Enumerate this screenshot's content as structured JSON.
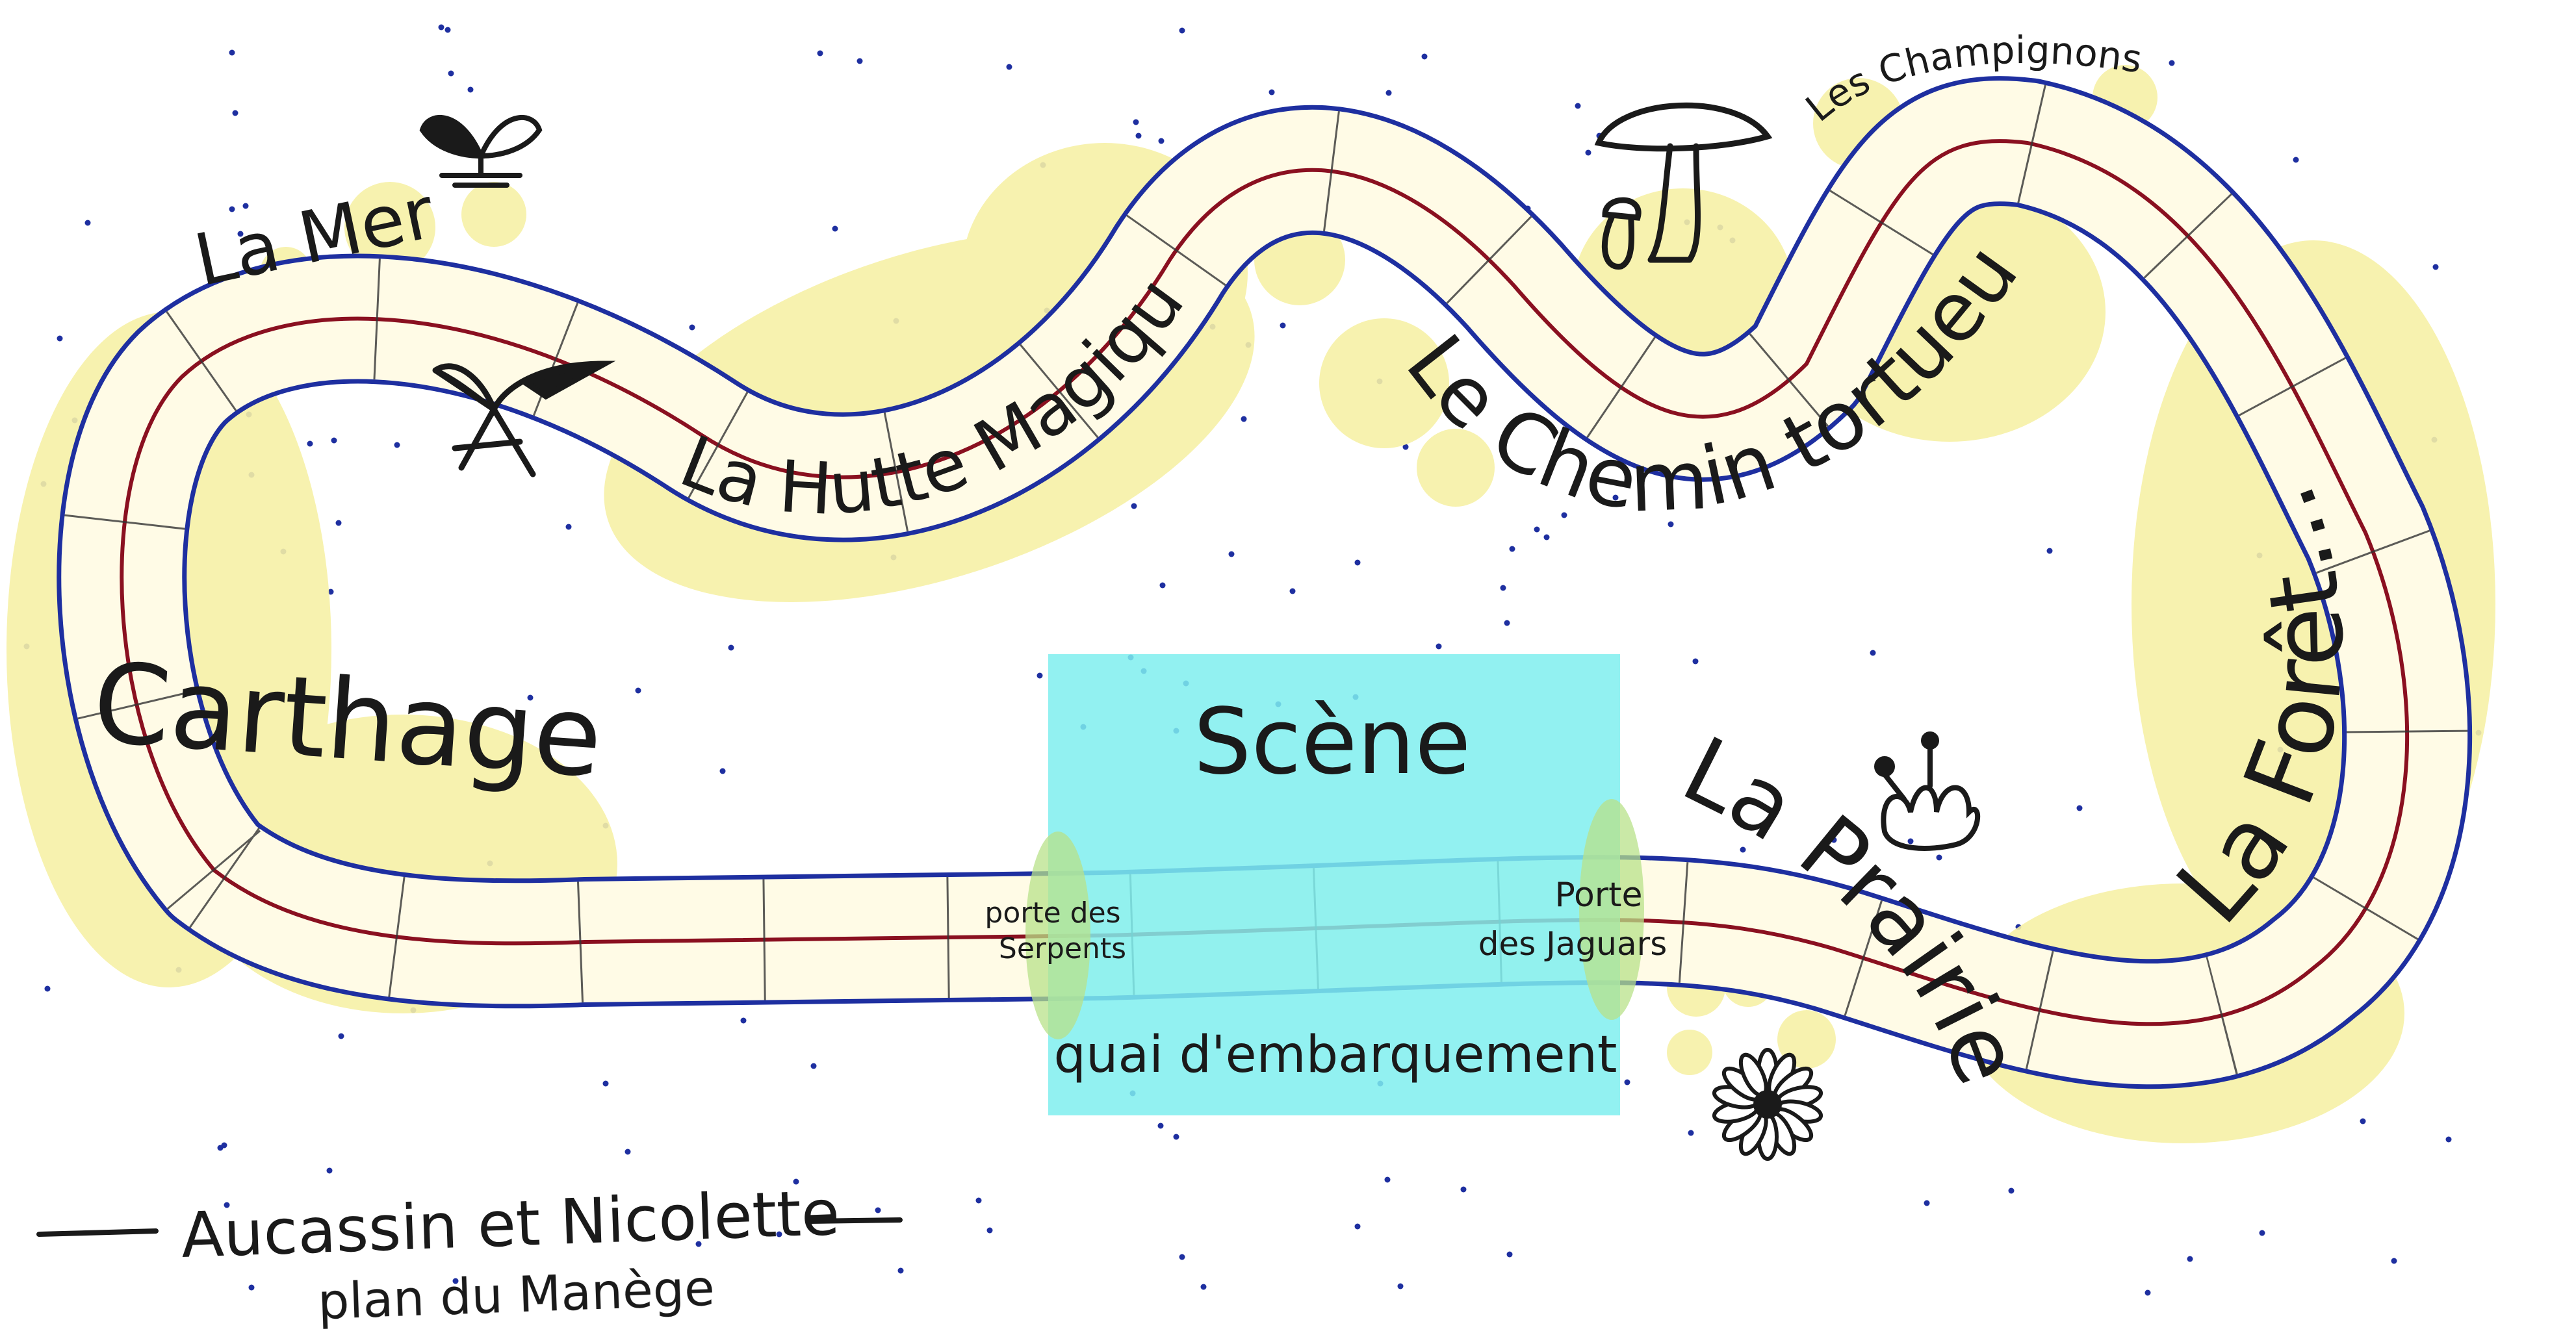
{
  "title": "Aucassin et Nicolette",
  "subtitle": "plan du Manège",
  "stage": {
    "label": "Scène",
    "dock_label": "quai d'embarquement",
    "fill_color": "#7fefef"
  },
  "gates": {
    "serpents_line1": "porte des",
    "serpents_line2": "Serpents",
    "jaguars_line1": "Porte",
    "jaguars_line2": "des Jaguars"
  },
  "zones": {
    "carthage": "Carthage",
    "la_mer": "La Mer",
    "hutte": "La Hutte Magique",
    "champignons": "Les Champignons",
    "chemin": "Le Chemin tortueux",
    "foret": "La Forêt...",
    "prairie": "La Prairie"
  },
  "colors": {
    "track_outer": "#1e2fa0",
    "track_center": "#8a1020",
    "track_fill": "#fffbe6",
    "zone_glow": "#f7f1a6",
    "gate_glow": "#b8e28a",
    "dots": "#1e2fa0",
    "ink": "#1a1a1a"
  },
  "icons": [
    "butterfly-icon",
    "bird-icon",
    "mushroom-icon",
    "crown-flower-icon",
    "daisy-icon"
  ]
}
